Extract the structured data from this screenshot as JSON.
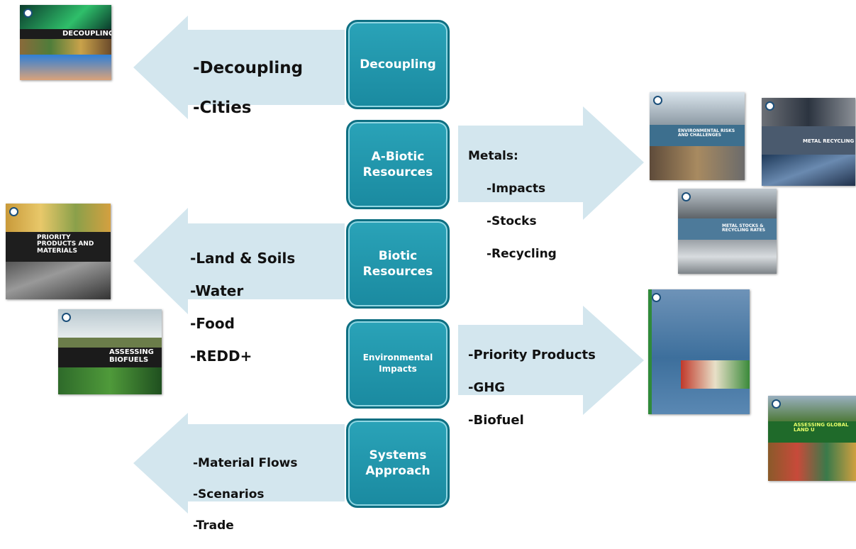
{
  "categories": [
    {
      "label": "Decoupling",
      "items_heading": "",
      "items": [
        "-Decoupling",
        "-Cities"
      ]
    },
    {
      "label": "A-Biotic\nResources",
      "items_heading": "Metals:",
      "items": [
        "-Impacts",
        "-Stocks",
        "-Recycling"
      ]
    },
    {
      "label": "Biotic\nResources",
      "items_heading": "",
      "items": [
        "-Land & Soils",
        "-Water",
        "-Food",
        "-REDD+"
      ]
    },
    {
      "label": "Environmental\nImpacts",
      "items_heading": "",
      "items": [
        "-Priority Products",
        "-GHG",
        "-Biofuel"
      ]
    },
    {
      "label": "Systems\nApproach",
      "items_heading": "",
      "items": [
        "-Material Flows",
        "-Scenarios",
        "-Trade"
      ]
    }
  ],
  "covers": {
    "decoupling": "DECOUPLING",
    "priority_products": "PRIORITY\nPRODUCTS AND\nMATERIALS",
    "biofuels": "ASSESSING\nBIOFUELS",
    "metals_env_risks": "ENVIRONMENTAL RISKS\nAND CHALLENGES",
    "metal_recycling": "METAL RECYCLING",
    "metal_stocks": "METAL STOCKS &\nRECYCLING RATES",
    "global_land": "ASSESSING\nGLOBAL LAND U"
  },
  "colors": {
    "arrow": "#d3e6ee",
    "box": "#1f95ab",
    "box_border": "#0e6f82"
  }
}
